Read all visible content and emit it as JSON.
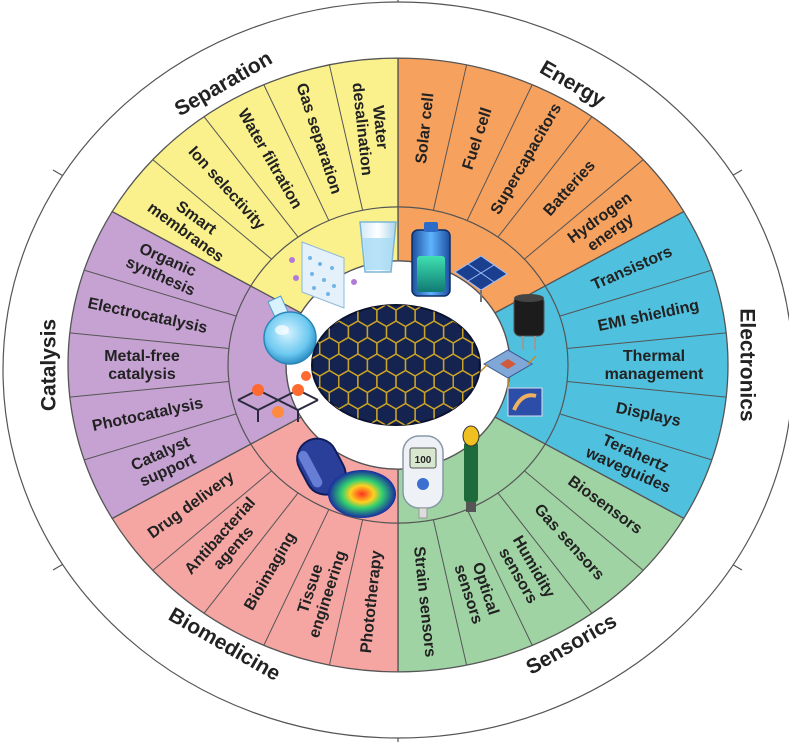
{
  "sectors": [
    {
      "name": "Energy",
      "color": "#F7A15E",
      "items": [
        [
          "Solar cell"
        ],
        [
          "Fuel cell"
        ],
        [
          "Supercapacitors"
        ],
        [
          "Batteries"
        ],
        [
          "Hydrogen",
          "energy"
        ]
      ]
    },
    {
      "name": "Electronics",
      "color": "#4FC0DE",
      "items": [
        [
          "Transistors"
        ],
        [
          "EMI shielding"
        ],
        [
          "Thermal",
          "management"
        ],
        [
          "Displays"
        ],
        [
          "Terahertz",
          "waveguides"
        ]
      ]
    },
    {
      "name": "Sensorics",
      "color": "#9FD3A3",
      "items": [
        [
          "Biosensors"
        ],
        [
          "Gas sensors"
        ],
        [
          "Humidity",
          "sensors"
        ],
        [
          "Optical",
          "sensors"
        ],
        [
          "Strain sensors"
        ]
      ]
    },
    {
      "name": "Biomedicine",
      "color": "#F5A6A3",
      "items": [
        [
          "Phototherapy"
        ],
        [
          "Tissue",
          "engineering"
        ],
        [
          "Bioimaging"
        ],
        [
          "Antibacterial",
          "agents"
        ],
        [
          "Drug delivery"
        ]
      ]
    },
    {
      "name": "Catalysis",
      "color": "#C6A2D2",
      "items": [
        [
          "Catalyst",
          "support"
        ],
        [
          "Photocatalysis"
        ],
        [
          "Metal-free",
          "catalysis"
        ],
        [
          "Electrocatalysis"
        ],
        [
          "Organic",
          "synthesis"
        ]
      ]
    },
    {
      "name": "Separation",
      "color": "#FAF18D",
      "items": [
        [
          "Smart",
          "membranes"
        ],
        [
          "Ion selectivity"
        ],
        [
          "Water filtration"
        ],
        [
          "Gas separation"
        ],
        [
          "Water",
          "desalination"
        ]
      ]
    }
  ],
  "colors": {
    "ring_border": "#555555",
    "hub": "#14234F",
    "lattice": "#C9A227"
  },
  "icons": [
    "battery-icon",
    "solar-panel-icon",
    "capacitor-icon",
    "circuit-chip-icon",
    "display-icon",
    "glucose-meter-icon",
    "sensor-pen-icon",
    "capsule-icon",
    "thermal-image-icon",
    "flask-icon",
    "molecule-lattice-icon",
    "water-glass-icon",
    "membrane-icon"
  ]
}
